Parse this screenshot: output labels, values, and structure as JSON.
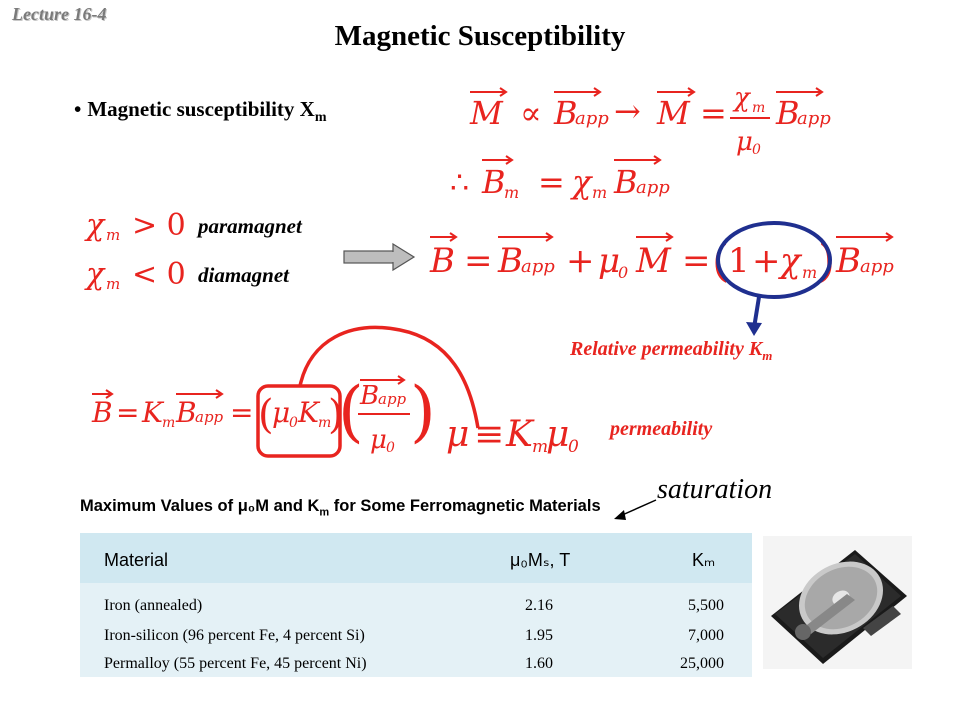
{
  "header": {
    "lecture": "Lecture 16-4",
    "title": "Magnetic Susceptibility"
  },
  "bullet": {
    "text": "Magnetic susceptibility X",
    "sub": "m"
  },
  "labels": {
    "paramagnet": "paramagnet",
    "diamagnet": "diamagnet",
    "relative_permeability": "Relative permeability K",
    "relative_permeability_sub": "m",
    "permeability": "permeability",
    "saturation": "saturation"
  },
  "table": {
    "caption": "Maximum Values of μ₀M and K",
    "caption_sub": "m",
    "caption_rest": " for Some Ferromagnetic Materials",
    "columns": [
      "Material",
      "μ₀Mₛ, T",
      "Kₘ"
    ],
    "rows": [
      [
        "Iron (annealed)",
        "2.16",
        "5,500"
      ],
      [
        "Iron-silicon (96 percent Fe, 4 percent Si)",
        "1.95",
        "7,000"
      ],
      [
        "Permalloy (55 percent Fe, 45 percent Ni)",
        "1.60",
        "25,000"
      ]
    ]
  },
  "colors": {
    "accent_red": "#e8241f",
    "circle_blue": "#1f2f8f",
    "table_bg": "#e4f1f6"
  },
  "icons": [
    "arrow-right-icon",
    "hard-drive-image"
  ]
}
